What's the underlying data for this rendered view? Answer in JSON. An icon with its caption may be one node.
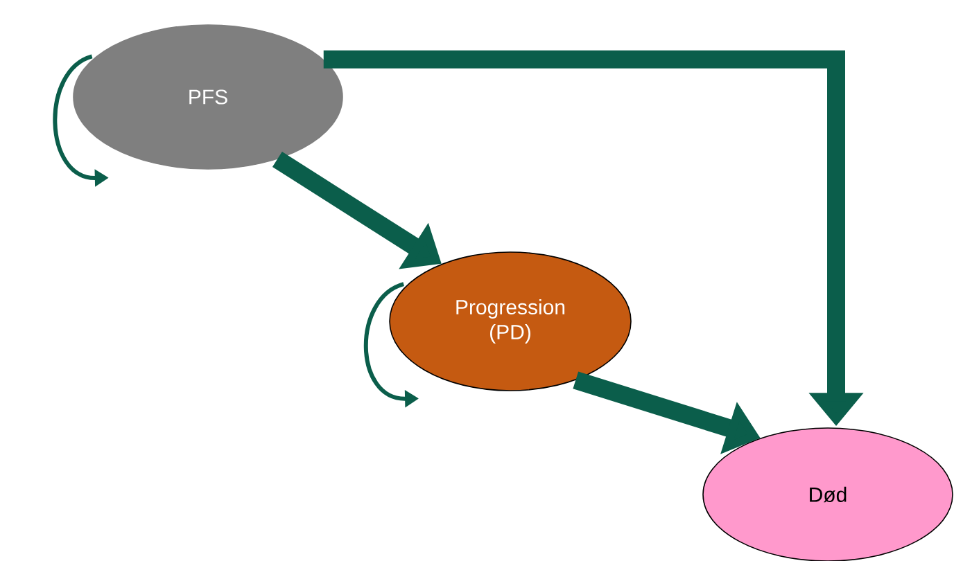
{
  "diagram": {
    "nodes": [
      {
        "text": [
          "PFS"
        ]
      },
      {
        "text": [
          "Progression (PD)"
        ]
      },
      {
        "text": [
          "Død"
        ]
      }
    ],
    "edges": [
      {
        "from": 0,
        "to": 0,
        "arrow": "to"
      },
      {
        "from": 1,
        "to": 1,
        "arrow": "to"
      },
      {
        "from": 0,
        "to": 1,
        "arrow": "to"
      },
      {
        "from": 1,
        "to": 2,
        "arrow": "to"
      },
      {
        "from": 0,
        "to": 2,
        "arrow": "to"
      }
    ]
  }
}
